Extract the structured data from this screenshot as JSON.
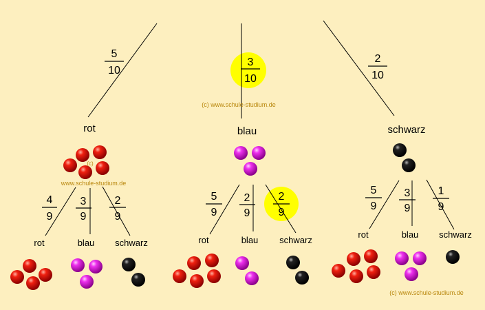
{
  "colors": {
    "background": "#fdefbf",
    "line": "#000000",
    "highlight": "#ffff00",
    "watermark": "#b8860b",
    "red": "#e01010",
    "magenta": "#e020e0",
    "black": "#000000"
  },
  "watermark": {
    "top": "(c) www.schule-studium.de",
    "middle": "www.schule-studium.de",
    "middle_c": "(c)",
    "bottom": "(c) www.schule-studium.de"
  },
  "level1": {
    "branches": [
      {
        "label": "rot",
        "num": "5",
        "den": "10",
        "highlighted": false,
        "balls": {
          "red": 5,
          "blue": 0,
          "black": 0
        }
      },
      {
        "label": "blau",
        "num": "3",
        "den": "10",
        "highlighted": true,
        "balls": {
          "red": 0,
          "blue": 3,
          "black": 0
        }
      },
      {
        "label": "schwarz",
        "num": "2",
        "den": "10",
        "highlighted": false,
        "balls": {
          "red": 0,
          "blue": 0,
          "black": 2
        }
      }
    ]
  },
  "level2": {
    "groups": [
      {
        "parent": "rot",
        "branches": [
          {
            "label": "rot",
            "num": "4",
            "den": "9",
            "highlighted": false,
            "balls": {
              "red": 4,
              "blue": 0,
              "black": 0
            }
          },
          {
            "label": "blau",
            "num": "3",
            "den": "9",
            "highlighted": false,
            "balls": {
              "red": 0,
              "blue": 3,
              "black": 0
            }
          },
          {
            "label": "schwarz",
            "num": "2",
            "den": "9",
            "highlighted": false,
            "balls": {
              "red": 0,
              "blue": 0,
              "black": 2
            }
          }
        ]
      },
      {
        "parent": "blau",
        "branches": [
          {
            "label": "rot",
            "num": "5",
            "den": "9",
            "highlighted": false,
            "balls": {
              "red": 5,
              "blue": 0,
              "black": 0
            }
          },
          {
            "label": "blau",
            "num": "2",
            "den": "9",
            "highlighted": false,
            "balls": {
              "red": 0,
              "blue": 2,
              "black": 0
            }
          },
          {
            "label": "schwarz",
            "num": "2",
            "den": "9",
            "highlighted": true,
            "balls": {
              "red": 0,
              "blue": 0,
              "black": 2
            }
          }
        ]
      },
      {
        "parent": "schwarz",
        "branches": [
          {
            "label": "rot",
            "num": "5",
            "den": "9",
            "highlighted": false,
            "balls": {
              "red": 5,
              "blue": 0,
              "black": 0
            }
          },
          {
            "label": "blau",
            "num": "3",
            "den": "9",
            "highlighted": false,
            "balls": {
              "red": 0,
              "blue": 3,
              "black": 0
            }
          },
          {
            "label": "schwarz",
            "num": "1",
            "den": "9",
            "highlighted": false,
            "balls": {
              "red": 0,
              "blue": 0,
              "black": 1
            }
          }
        ]
      }
    ]
  }
}
